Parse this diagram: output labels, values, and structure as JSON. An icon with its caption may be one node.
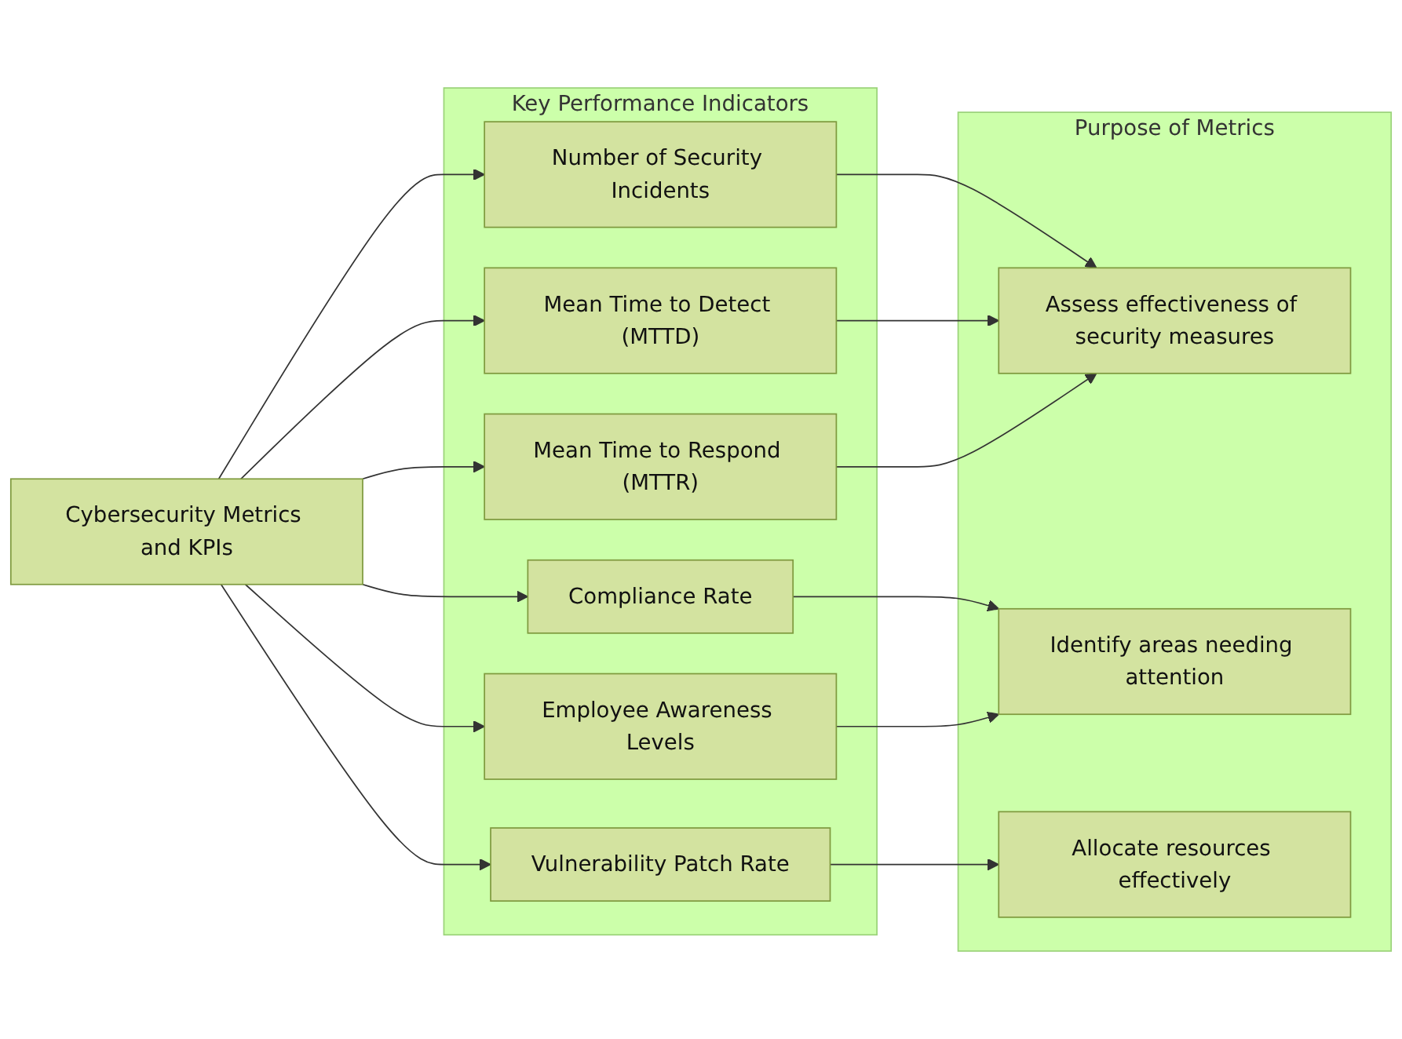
{
  "diagram": {
    "nodes": [
      {
        "text": [
          "Cybersecurity Metrics and KPIs"
        ]
      },
      {
        "text": [
          "Key Performance Indicators"
        ]
      },
      {
        "text": [
          "Number of Security Incidents"
        ],
        "in": 1
      },
      {
        "text": [
          "Mean Time to Detect (MTTD)"
        ],
        "in": 1
      },
      {
        "text": [
          "Mean Time to Respond (MTTR)"
        ],
        "in": 1
      },
      {
        "text": [
          "Compliance Rate"
        ],
        "in": 1
      },
      {
        "text": [
          "Employee Awareness Levels"
        ],
        "in": 1
      },
      {
        "text": [
          "Vulnerability Patch Rate"
        ],
        "in": 1
      },
      {
        "text": [
          "Purpose of Metrics"
        ]
      },
      {
        "text": [
          "Assess effectiveness of security measures"
        ],
        "in": 8
      },
      {
        "text": [
          "Identify areas needing attention"
        ],
        "in": 8
      },
      {
        "text": [
          "Allocate resources effectively"
        ],
        "in": 8
      }
    ],
    "edges": [
      {
        "from": 0,
        "to": 2,
        "arrow": "to"
      },
      {
        "from": 0,
        "to": 3,
        "arrow": "to"
      },
      {
        "from": 0,
        "to": 4,
        "arrow": "to"
      },
      {
        "from": 0,
        "to": 5,
        "arrow": "to"
      },
      {
        "from": 0,
        "to": 6,
        "arrow": "to"
      },
      {
        "from": 0,
        "to": 7,
        "arrow": "to"
      },
      {
        "from": 2,
        "to": 9,
        "arrow": "to"
      },
      {
        "from": 3,
        "to": 9,
        "arrow": "to"
      },
      {
        "from": 4,
        "to": 9,
        "arrow": "to"
      },
      {
        "from": 5,
        "to": 10,
        "arrow": "to"
      },
      {
        "from": 6,
        "to": 10,
        "arrow": "to"
      },
      {
        "from": 7,
        "to": 11,
        "arrow": "to"
      }
    ]
  }
}
